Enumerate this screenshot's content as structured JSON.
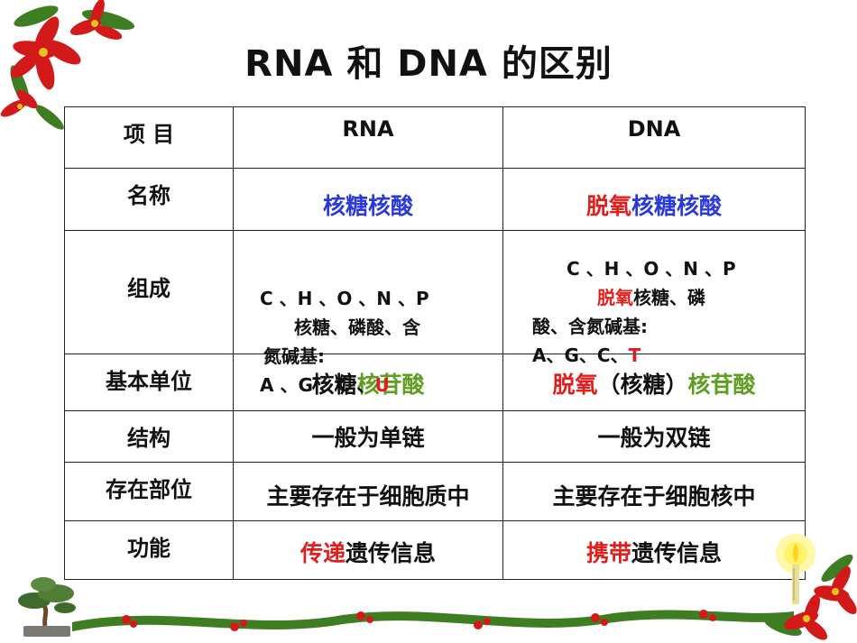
{
  "title": "RNA 和 DNA 的区别",
  "colors": {
    "blue": "#2a39d8",
    "red": "#e01e1e",
    "green": "#5f9e21"
  },
  "table": {
    "header": {
      "item": "项 目",
      "rna": "RNA",
      "dna": "DNA"
    },
    "name": {
      "label": "名称",
      "rna": "核糖核酸",
      "dna_red": "脱氧",
      "dna_blue": "核糖核酸"
    },
    "composition": {
      "label": "组成",
      "rna_line1": "C 、H 、O 、N 、P",
      "rna_line2": "核糖、磷酸、含",
      "rna_line3": "氮碱基:",
      "rna_line4_a": "A 、G 、C 、",
      "rna_line4_u": "U",
      "dna_line1": "C 、H 、O 、N 、P",
      "dna_line2_red": "脱氧",
      "dna_line2_rest": "核糖、磷",
      "dna_line3": "酸、含氮碱基:",
      "dna_line4_a": "A、G、C、",
      "dna_line4_t": "T"
    },
    "unit": {
      "label": "基本单位",
      "rna_a": "核糖",
      "rna_b": "核苷酸",
      "dna_red": "脱氧",
      "dna_mid": "（核糖）",
      "dna_green": "核苷酸"
    },
    "structure": {
      "label": "结构",
      "rna": "一般为单链",
      "dna": "一般为双链"
    },
    "location": {
      "label": "存在部位",
      "rna": "主要存在于细胞质中",
      "dna": "主要存在于细胞核中"
    },
    "function": {
      "label": "功能",
      "rna_red": "传递",
      "rna_rest": "遗传信息",
      "dna_red": "携带",
      "dna_rest": "遗传信息"
    }
  }
}
